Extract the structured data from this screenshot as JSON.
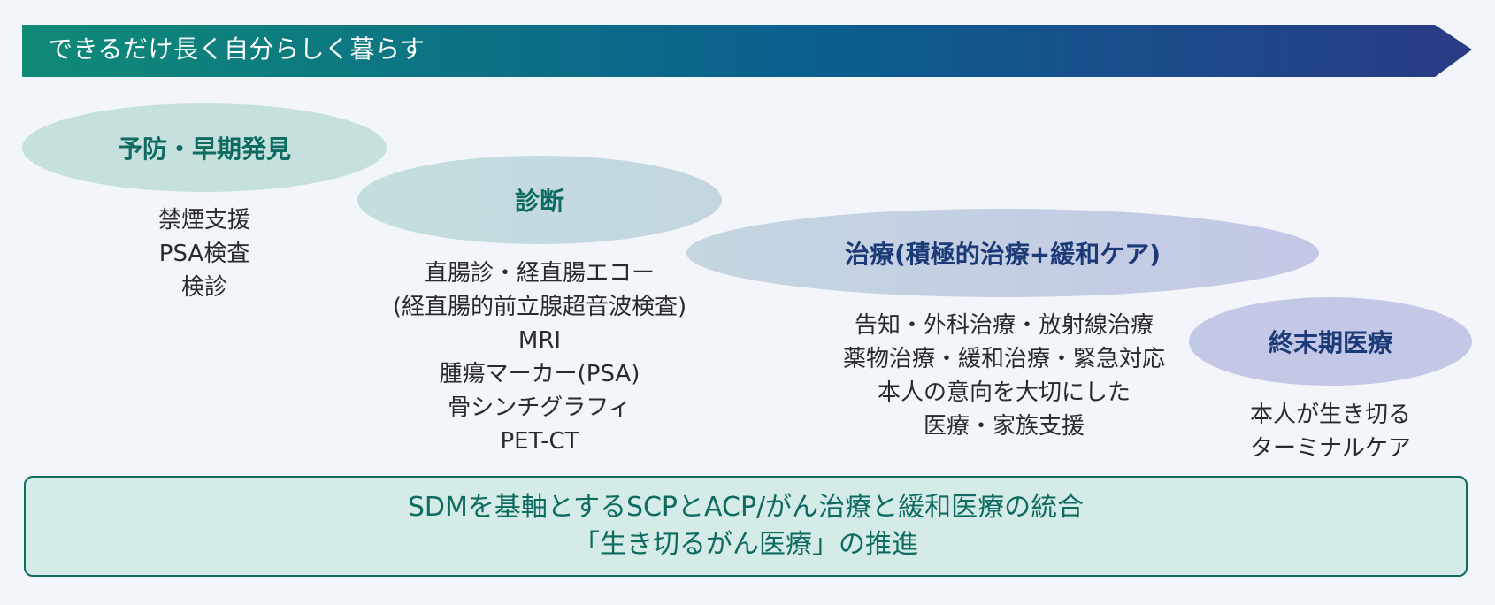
{
  "banner": {
    "text": "できるだけ長く自分らしく暮らす",
    "color_start": "#0f8a77",
    "color_mid": "#0a5f8f",
    "color_end": "#2a3b86"
  },
  "stages": [
    {
      "title": "予防・早期発見",
      "items": [
        "禁煙支援",
        "PSA検査",
        "検診"
      ]
    },
    {
      "title": "診断",
      "items": [
        "直腸診・経直腸エコー",
        "(経直腸的前立腺超音波検査)",
        "MRI",
        "腫瘍マーカー(PSA)",
        "骨シンチグラフィ",
        "PET-CT"
      ]
    },
    {
      "title": "治療(積極的治療+緩和ケア)",
      "items": [
        "告知・外科治療・放射線治療",
        "薬物治療・緩和治療・緊急対応",
        "本人の意向を大切にした",
        "医療・家族支援"
      ]
    },
    {
      "title": "終末期医療",
      "items": [
        "本人が生き切る",
        "ターミナルケア"
      ]
    }
  ],
  "summary": {
    "line1": "SDMを基軸とするSCPとACP/がん治療と緩和医療の統合",
    "line2": "「生き切るがん医療」の推進"
  }
}
